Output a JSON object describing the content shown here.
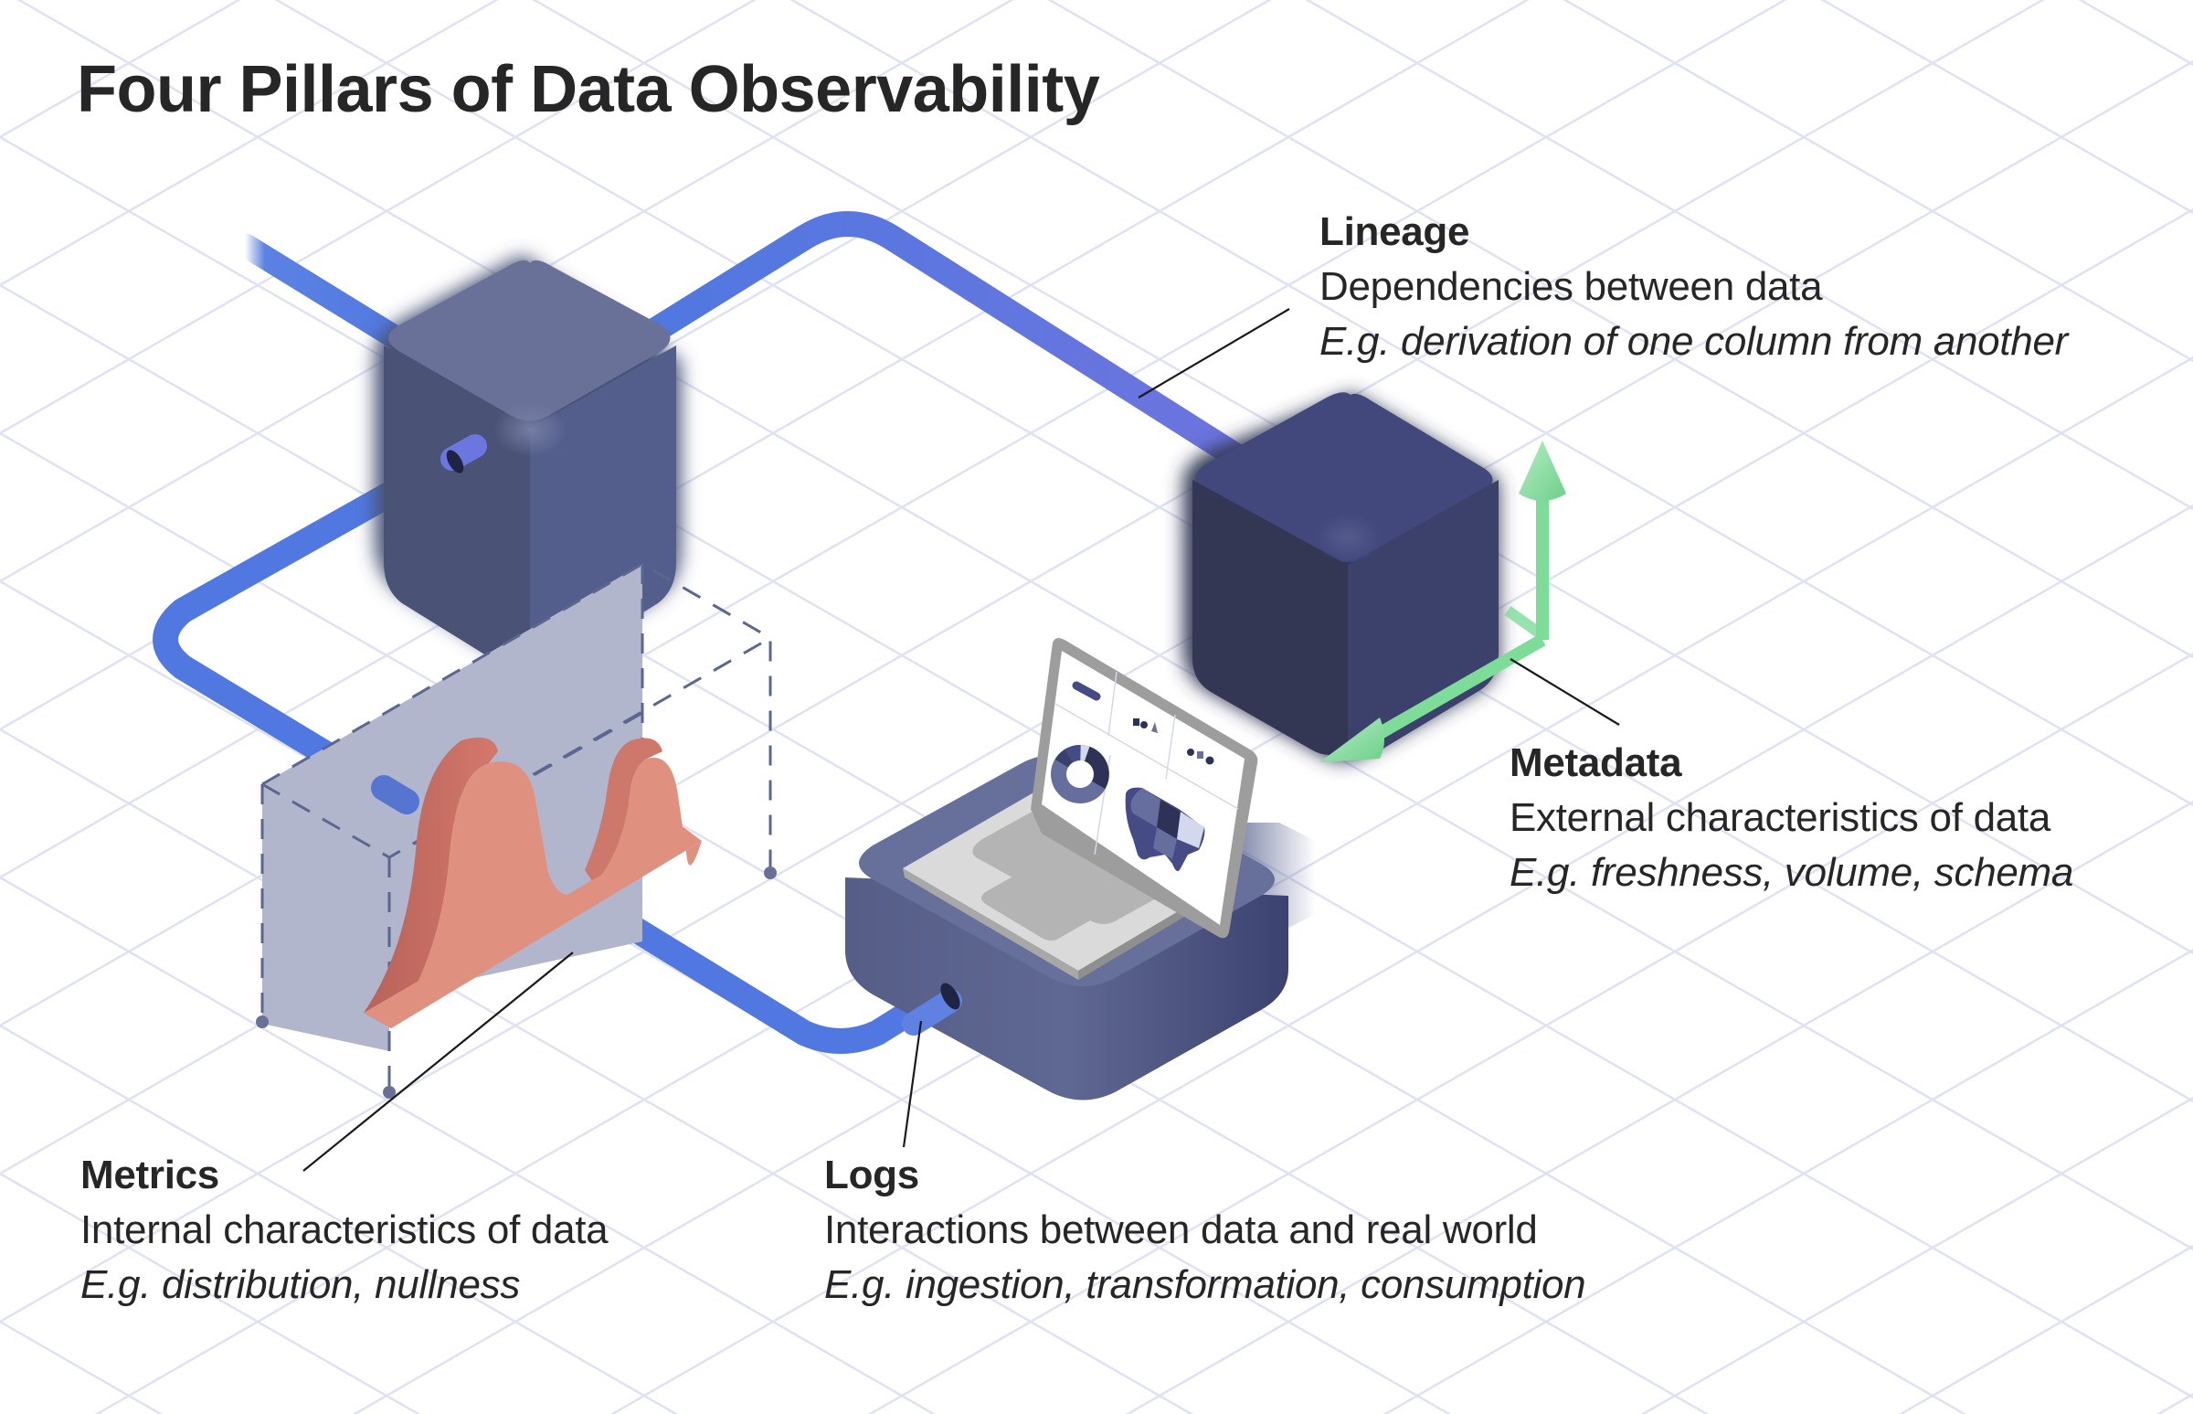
{
  "title": "Four Pillars of Data Observability",
  "pillars": {
    "lineage": {
      "name": "Lineage",
      "description": "Dependencies between data",
      "example": "E.g. derivation of one column from another"
    },
    "metadata": {
      "name": "Metadata",
      "description": "External characteristics of data",
      "example": "E.g. freshness, volume, schema"
    },
    "metrics": {
      "name": "Metrics",
      "description": "Internal characteristics of data",
      "example": "E.g. distribution, nullness"
    },
    "logs": {
      "name": "Logs",
      "description": "Interactions between data and real world",
      "example": "E.g. ingestion, transformation, consumption"
    }
  },
  "illustration": {
    "elements": [
      "data-cube-upper-left",
      "data-cube-right",
      "pipeline",
      "distribution-chart",
      "laptop-dashboard",
      "axis-arrows"
    ],
    "laptop_screen_icons": [
      "pill-bar",
      "square-circle-triangle",
      "dot-square-dot",
      "donut-chart",
      "us-map"
    ]
  },
  "colors": {
    "text": "#262626",
    "grid": "#dfe2f3",
    "pipe": "#5078e0",
    "pipe_light": "#6b74de",
    "cube_left": "#545f8e",
    "cube_right": "#3a4070",
    "distribution": "#e0907f",
    "axis_arrows": "#7ddc98",
    "base_platform": "#5c6590",
    "dashed_box": "#5c6790",
    "leader_line": "#1a1a1a"
  }
}
